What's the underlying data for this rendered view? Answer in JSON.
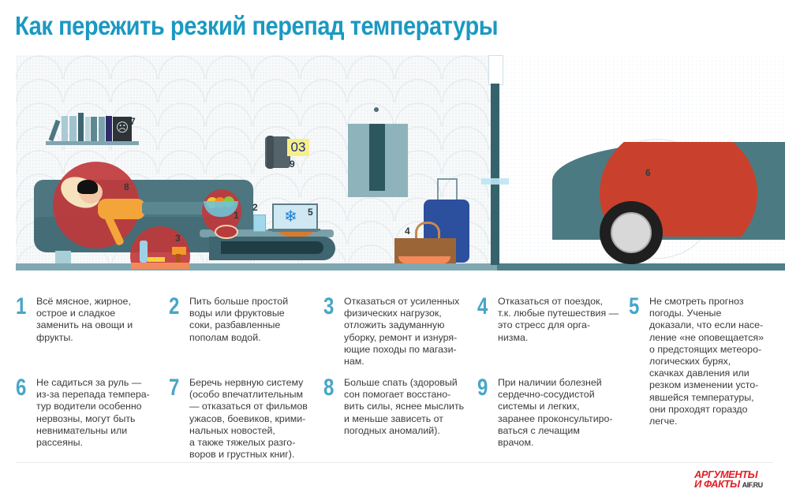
{
  "header": {
    "title": "Как пережить резкий перепад температуры"
  },
  "illustration": {
    "markers": [
      {
        "id": "1",
        "object": "fruit-bowl-with-meat"
      },
      {
        "id": "2",
        "object": "glass-of-water"
      },
      {
        "id": "3",
        "object": "cleaning-supplies-and-drill"
      },
      {
        "id": "4",
        "object": "travel-bag-and-suitcase"
      },
      {
        "id": "5",
        "object": "laptop-with-snowflake"
      },
      {
        "id": "6",
        "object": "car"
      },
      {
        "id": "7",
        "object": "sad-book-on-shelf"
      },
      {
        "id": "8",
        "object": "person-sleeping-on-sofa"
      },
      {
        "id": "9",
        "object": "telephone"
      }
    ],
    "phone_note": "03",
    "colors": {
      "highlight_red": "#c0393b",
      "teal_dark": "#35626b",
      "teal": "#4d7680",
      "floor": "#7fa8b2"
    }
  },
  "tips": [
    {
      "number": "1",
      "text": "Всё мясное, жирное,\nострое и сладкое\nзаменить на овощи и\nфрукты."
    },
    {
      "number": "2",
      "text": "Пить больше простой\nводы или фруктовые\nсоки, разбавленные\nпополам водой."
    },
    {
      "number": "3",
      "text": "Отказаться от усиленных\nфизических нагрузок,\nотложить задуманную\nуборку, ремонт и изнуря-\nющие походы по магази-\nнам."
    },
    {
      "number": "4",
      "text": "Отказаться от поездок,\nт.к. любые путешествия —\nэто стресс для орга-\nнизма."
    },
    {
      "number": "5",
      "text": "Не смотреть прогноз\nпогоды. Ученые\nдоказали, что если насе-\nление «не оповещается»\nо предстоящих метеоро-\nлогических бурях,\nскачках давления или\nрезком изменении усто-\nявшейся температуры,\nони проходят гораздо\nлегче."
    },
    {
      "number": "6",
      "text": "Не садиться за руль —\nиз-за перепада темпера-\nтур водители особенно\nнервозны, могут быть\nневнимательны или\nрассеяны."
    },
    {
      "number": "7",
      "text": "Беречь нервную систему\n(особо впечатлительным\n— отказаться от фильмов\nужасов, боевиков, крими-\nнальных новостей,\nа также тяжелых разго-\nворов и грустных книг)."
    },
    {
      "number": "8",
      "text": "Больше спать (здоровый\nсон помогает восстано-\nвить силы, яснее мыслить\nи меньше зависеть от\nпогодных аномалий)."
    },
    {
      "number": "9",
      "text": "При наличии болезней\nсердечно-сосудистой\nсистемы и легких,\nзаранее проконсультиро-\nваться с лечащим\nврачом."
    }
  ],
  "footer": {
    "logo_line1": "АРГУМЕНТЫ",
    "logo_line2": "И ФАКТЫ",
    "logo_site": "AIF.RU"
  },
  "colors": {
    "title": "#1a99c2",
    "tip_number": "#47a6c8",
    "logo_red": "#e21f26"
  }
}
